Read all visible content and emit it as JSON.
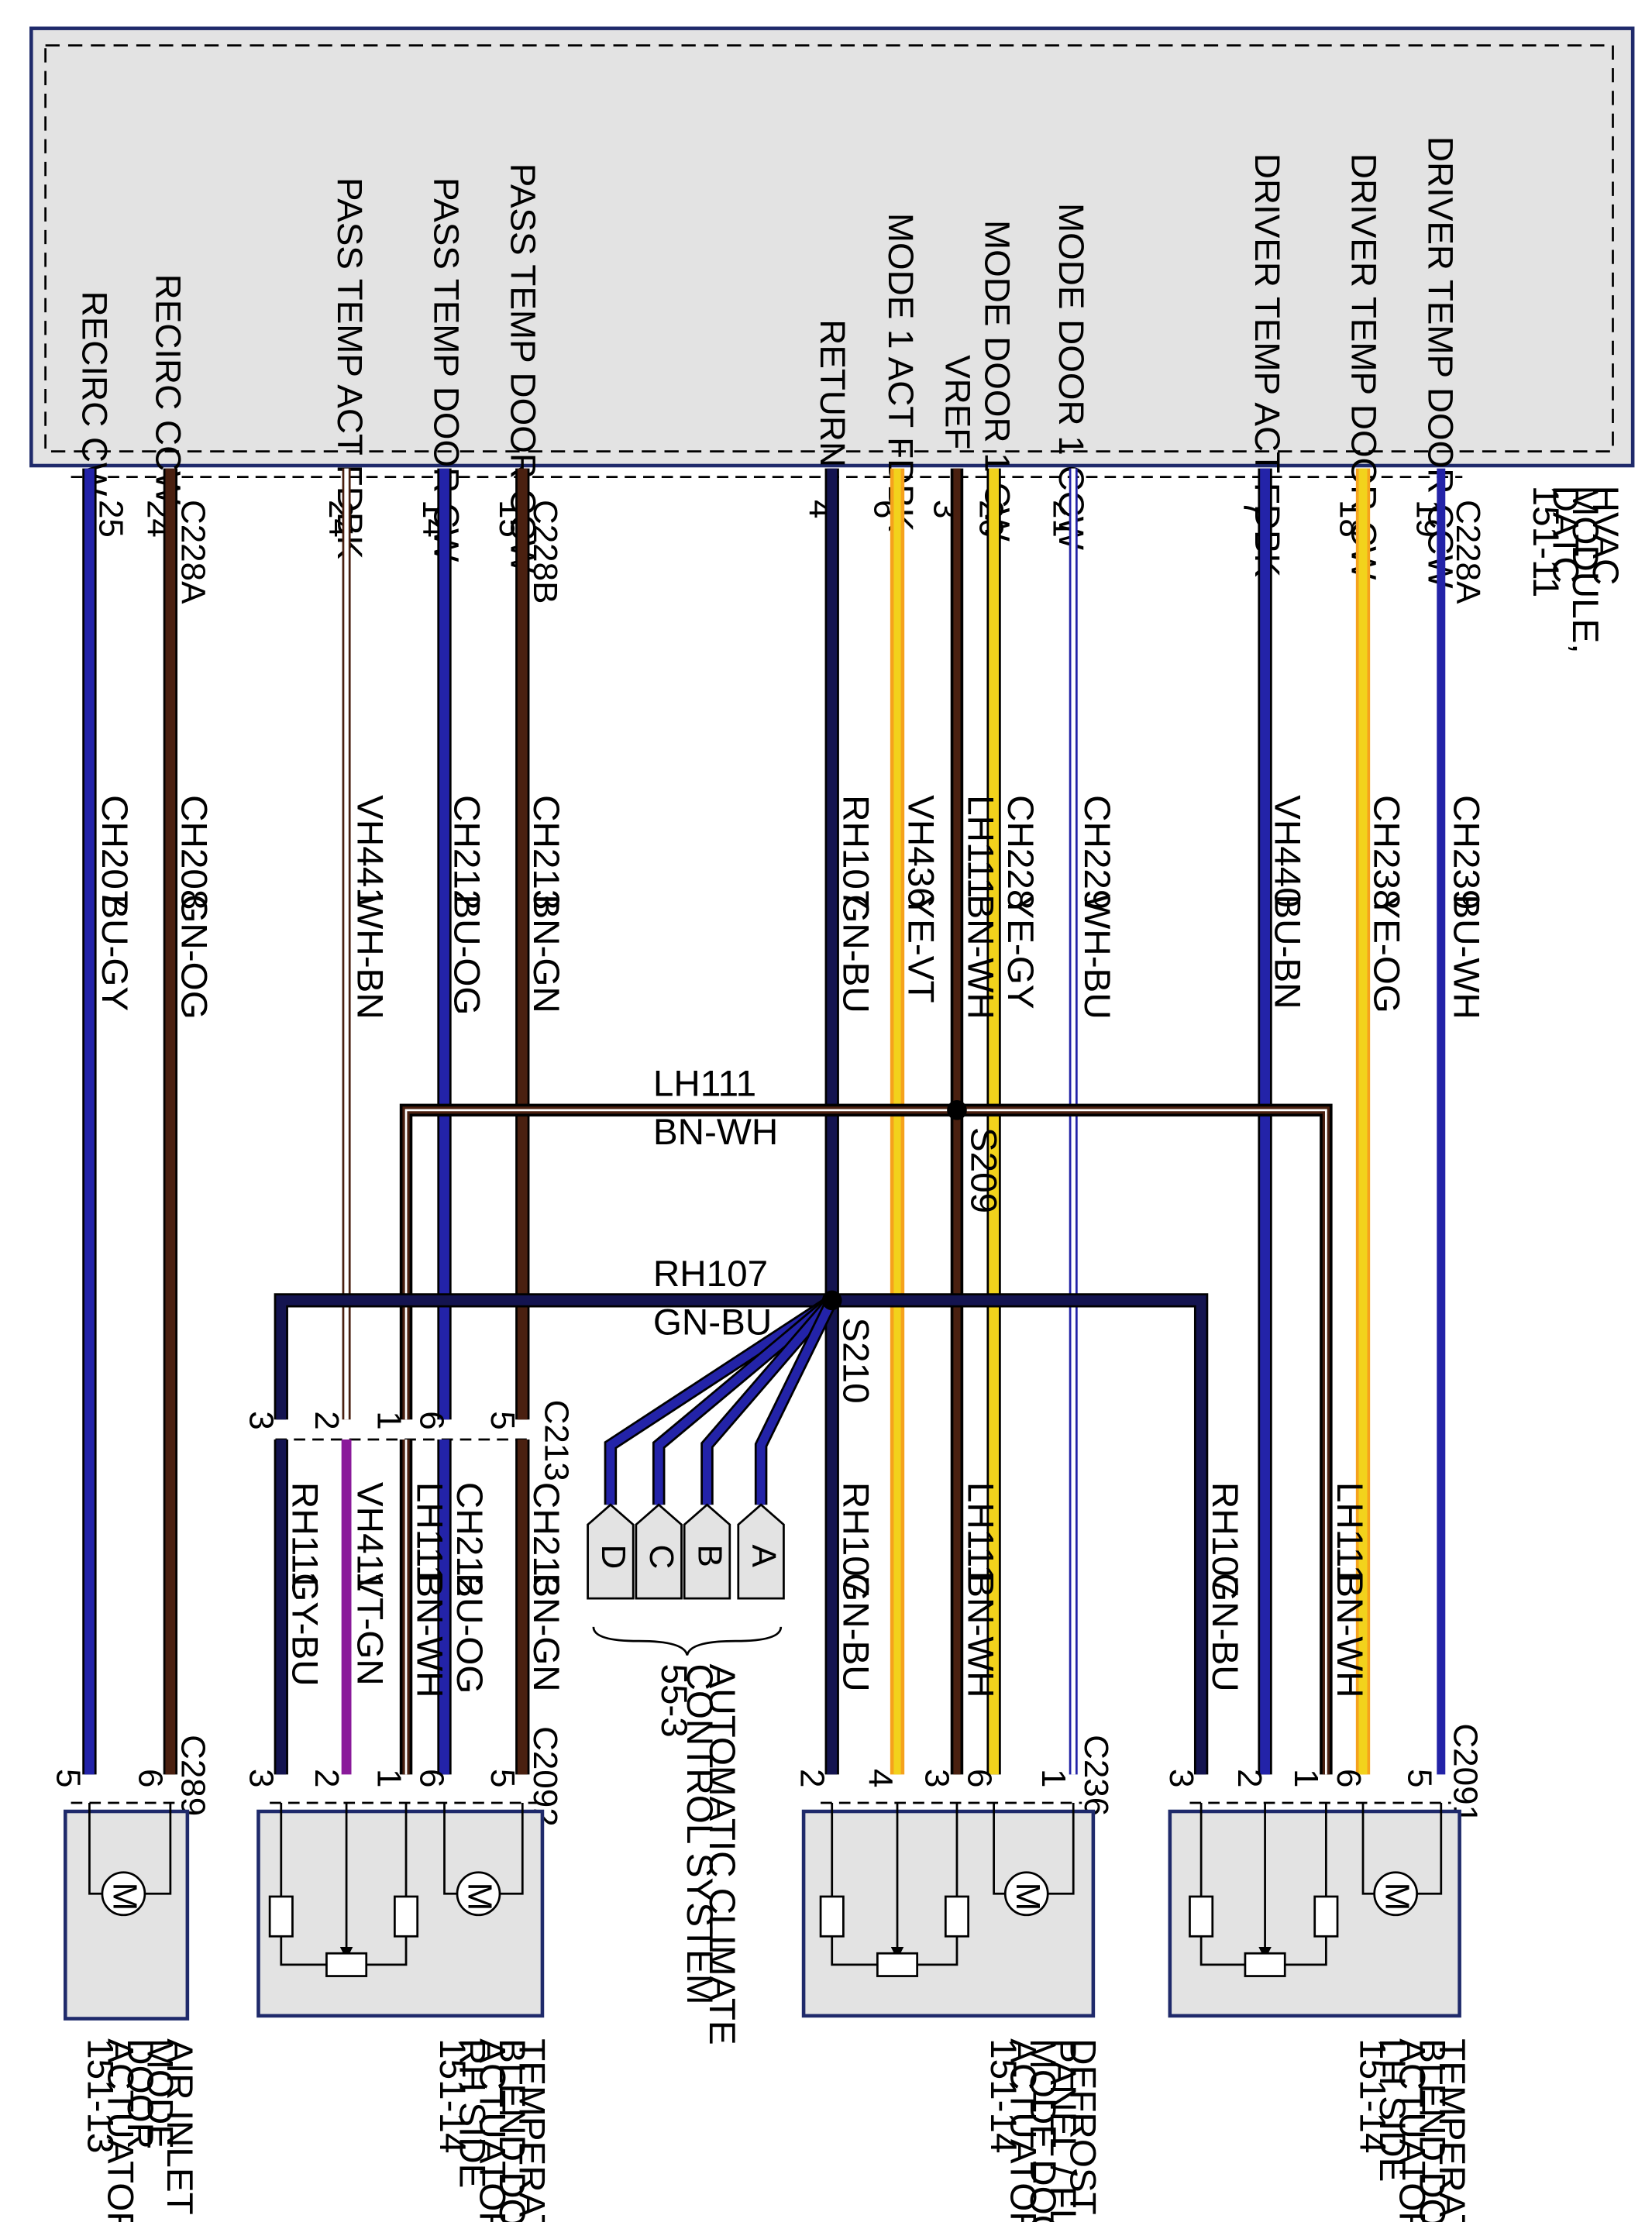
{
  "module": {
    "label_lines": [
      "HVAC",
      "MODULE,",
      "DATC",
      "151-11"
    ],
    "signals": [
      {
        "id": "recirc_cw",
        "label": "RECIRC CW"
      },
      {
        "id": "recirc_ccw",
        "label": "RECIRC CCW"
      },
      {
        "id": "pass_temp_act_fdbk",
        "label": "PASS TEMP ACT FDBK"
      },
      {
        "id": "pass_temp_door_cw",
        "label": "PASS TEMP DOOR CW"
      },
      {
        "id": "pass_temp_door_ccw",
        "label": "PASS TEMP DOOR CCW"
      },
      {
        "id": "return",
        "label": "RETURN"
      },
      {
        "id": "mode1_act_fdbk",
        "label": "MODE 1 ACT FDBK"
      },
      {
        "id": "vref",
        "label": "VREF"
      },
      {
        "id": "mode_door1_cw",
        "label": "MODE DOOR 1 CW"
      },
      {
        "id": "mode_door1_ccw",
        "label": "MODE DOOR 1 CCW"
      },
      {
        "id": "driver_temp_act_fdbk",
        "label": "DRIVER TEMP ACT FDBK"
      },
      {
        "id": "driver_temp_door_cw",
        "label": "DRIVER TEMP DOOR CW"
      },
      {
        "id": "driver_temp_door_ccw",
        "label": "DRIVER TEMP DOOR CCW"
      }
    ]
  },
  "connectors": {
    "c228a_left": "C228A",
    "c228b": "C228B",
    "c228a_right": "C228A",
    "c213": "C213",
    "c289": "C289",
    "c2092": "C2092",
    "c236": "C236",
    "c2091": "C2091"
  },
  "top_pins": [
    "25",
    "24",
    "24",
    "14",
    "15",
    "4",
    "6",
    "3",
    "20",
    "21",
    "7",
    "18",
    "19"
  ],
  "wires": [
    {
      "circuit": "CH207",
      "color": "BU-GY"
    },
    {
      "circuit": "CH208",
      "color": "GN-OG"
    },
    {
      "circuit": "VH441",
      "color": "WH-BN"
    },
    {
      "circuit": "CH212",
      "color": "BU-OG"
    },
    {
      "circuit": "CH213",
      "color": "BN-GN"
    },
    {
      "circuit": "RH107",
      "color": "GN-BU"
    },
    {
      "circuit": "VH436",
      "color": "YE-VT"
    },
    {
      "circuit": "LH111",
      "color": "BN-WH"
    },
    {
      "circuit": "CH228",
      "color": "YE-GY"
    },
    {
      "circuit": "CH229",
      "color": "WH-BU"
    },
    {
      "circuit": "VH440",
      "color": "BU-BN"
    },
    {
      "circuit": "CH238",
      "color": "YE-OG"
    },
    {
      "circuit": "CH239",
      "color": "BU-WH"
    }
  ],
  "buses": {
    "lh111": {
      "circuit": "LH111",
      "color": "BN-WH",
      "splice": "S209"
    },
    "rh107": {
      "circuit": "RH107",
      "color": "GN-BU",
      "splice": "S210"
    }
  },
  "c213_pins": [
    "3",
    "2",
    "1",
    "6",
    "5"
  ],
  "lower_wires": {
    "rh_side": [
      {
        "circuit": "RH111",
        "color": "GY-BU"
      },
      {
        "circuit": "VH411",
        "color": "VT-GN"
      },
      {
        "circuit": "LH111",
        "color": "BN-WH"
      },
      {
        "circuit": "CH212",
        "color": "BU-OG"
      },
      {
        "circuit": "CH213",
        "color": "BN-GN"
      }
    ],
    "center": [
      {
        "circuit": "RH107",
        "color": "GN-BU"
      },
      {
        "circuit": "LH111",
        "color": "BN-WH"
      }
    ],
    "lh_side": [
      {
        "circuit": "RH107",
        "color": "GN-BU"
      },
      {
        "circuit": "LH111",
        "color": "BN-WH"
      }
    ]
  },
  "splice_taps": [
    "D",
    "C",
    "B",
    "A"
  ],
  "climate_system": {
    "label_lines": [
      "AUTOMATIC CLIMATE",
      "CONTROL SYSTEM",
      "55-3"
    ]
  },
  "bottom_pins": {
    "air_inlet": [
      "5",
      "6"
    ],
    "rh_side": [
      "3",
      "2",
      "1",
      "6",
      "5"
    ],
    "mode_door": [
      "2",
      "4",
      "3",
      "6",
      "1"
    ],
    "lh_side": [
      "3",
      "2",
      "1",
      "6",
      "5"
    ]
  },
  "components": {
    "air_inlet": {
      "label_lines": [
        "AIR INLET",
        "MODE",
        "DOOR",
        "ACTUATOR",
        "151-13"
      ]
    },
    "rh_side": {
      "label_lines": [
        "TEMPERATURE",
        "BLEND DOOR",
        "ACTUATOR,",
        "RH SIDE",
        "151-14"
      ]
    },
    "mode_door": {
      "label_lines": [
        "DEFROST /",
        "PANEL / FLOOR",
        "MODE DOOR",
        "ACTUATOR",
        "151-14"
      ]
    },
    "lh_side": {
      "label_lines": [
        "TEMPERATURE",
        "BLEND DOOR",
        "ACTUATOR,",
        "LH SIDE",
        "151-14"
      ]
    }
  },
  "colors": {
    "blue": "#2323a8",
    "navy": "#141450",
    "brown": "#4a2010",
    "yellow": "#f2d21c",
    "orange": "#f5a21c",
    "purple": "#8a1a9a",
    "module_fill": "#e3e3e3",
    "box_stroke": "#1f2a6b"
  },
  "motor_symbol": "M"
}
